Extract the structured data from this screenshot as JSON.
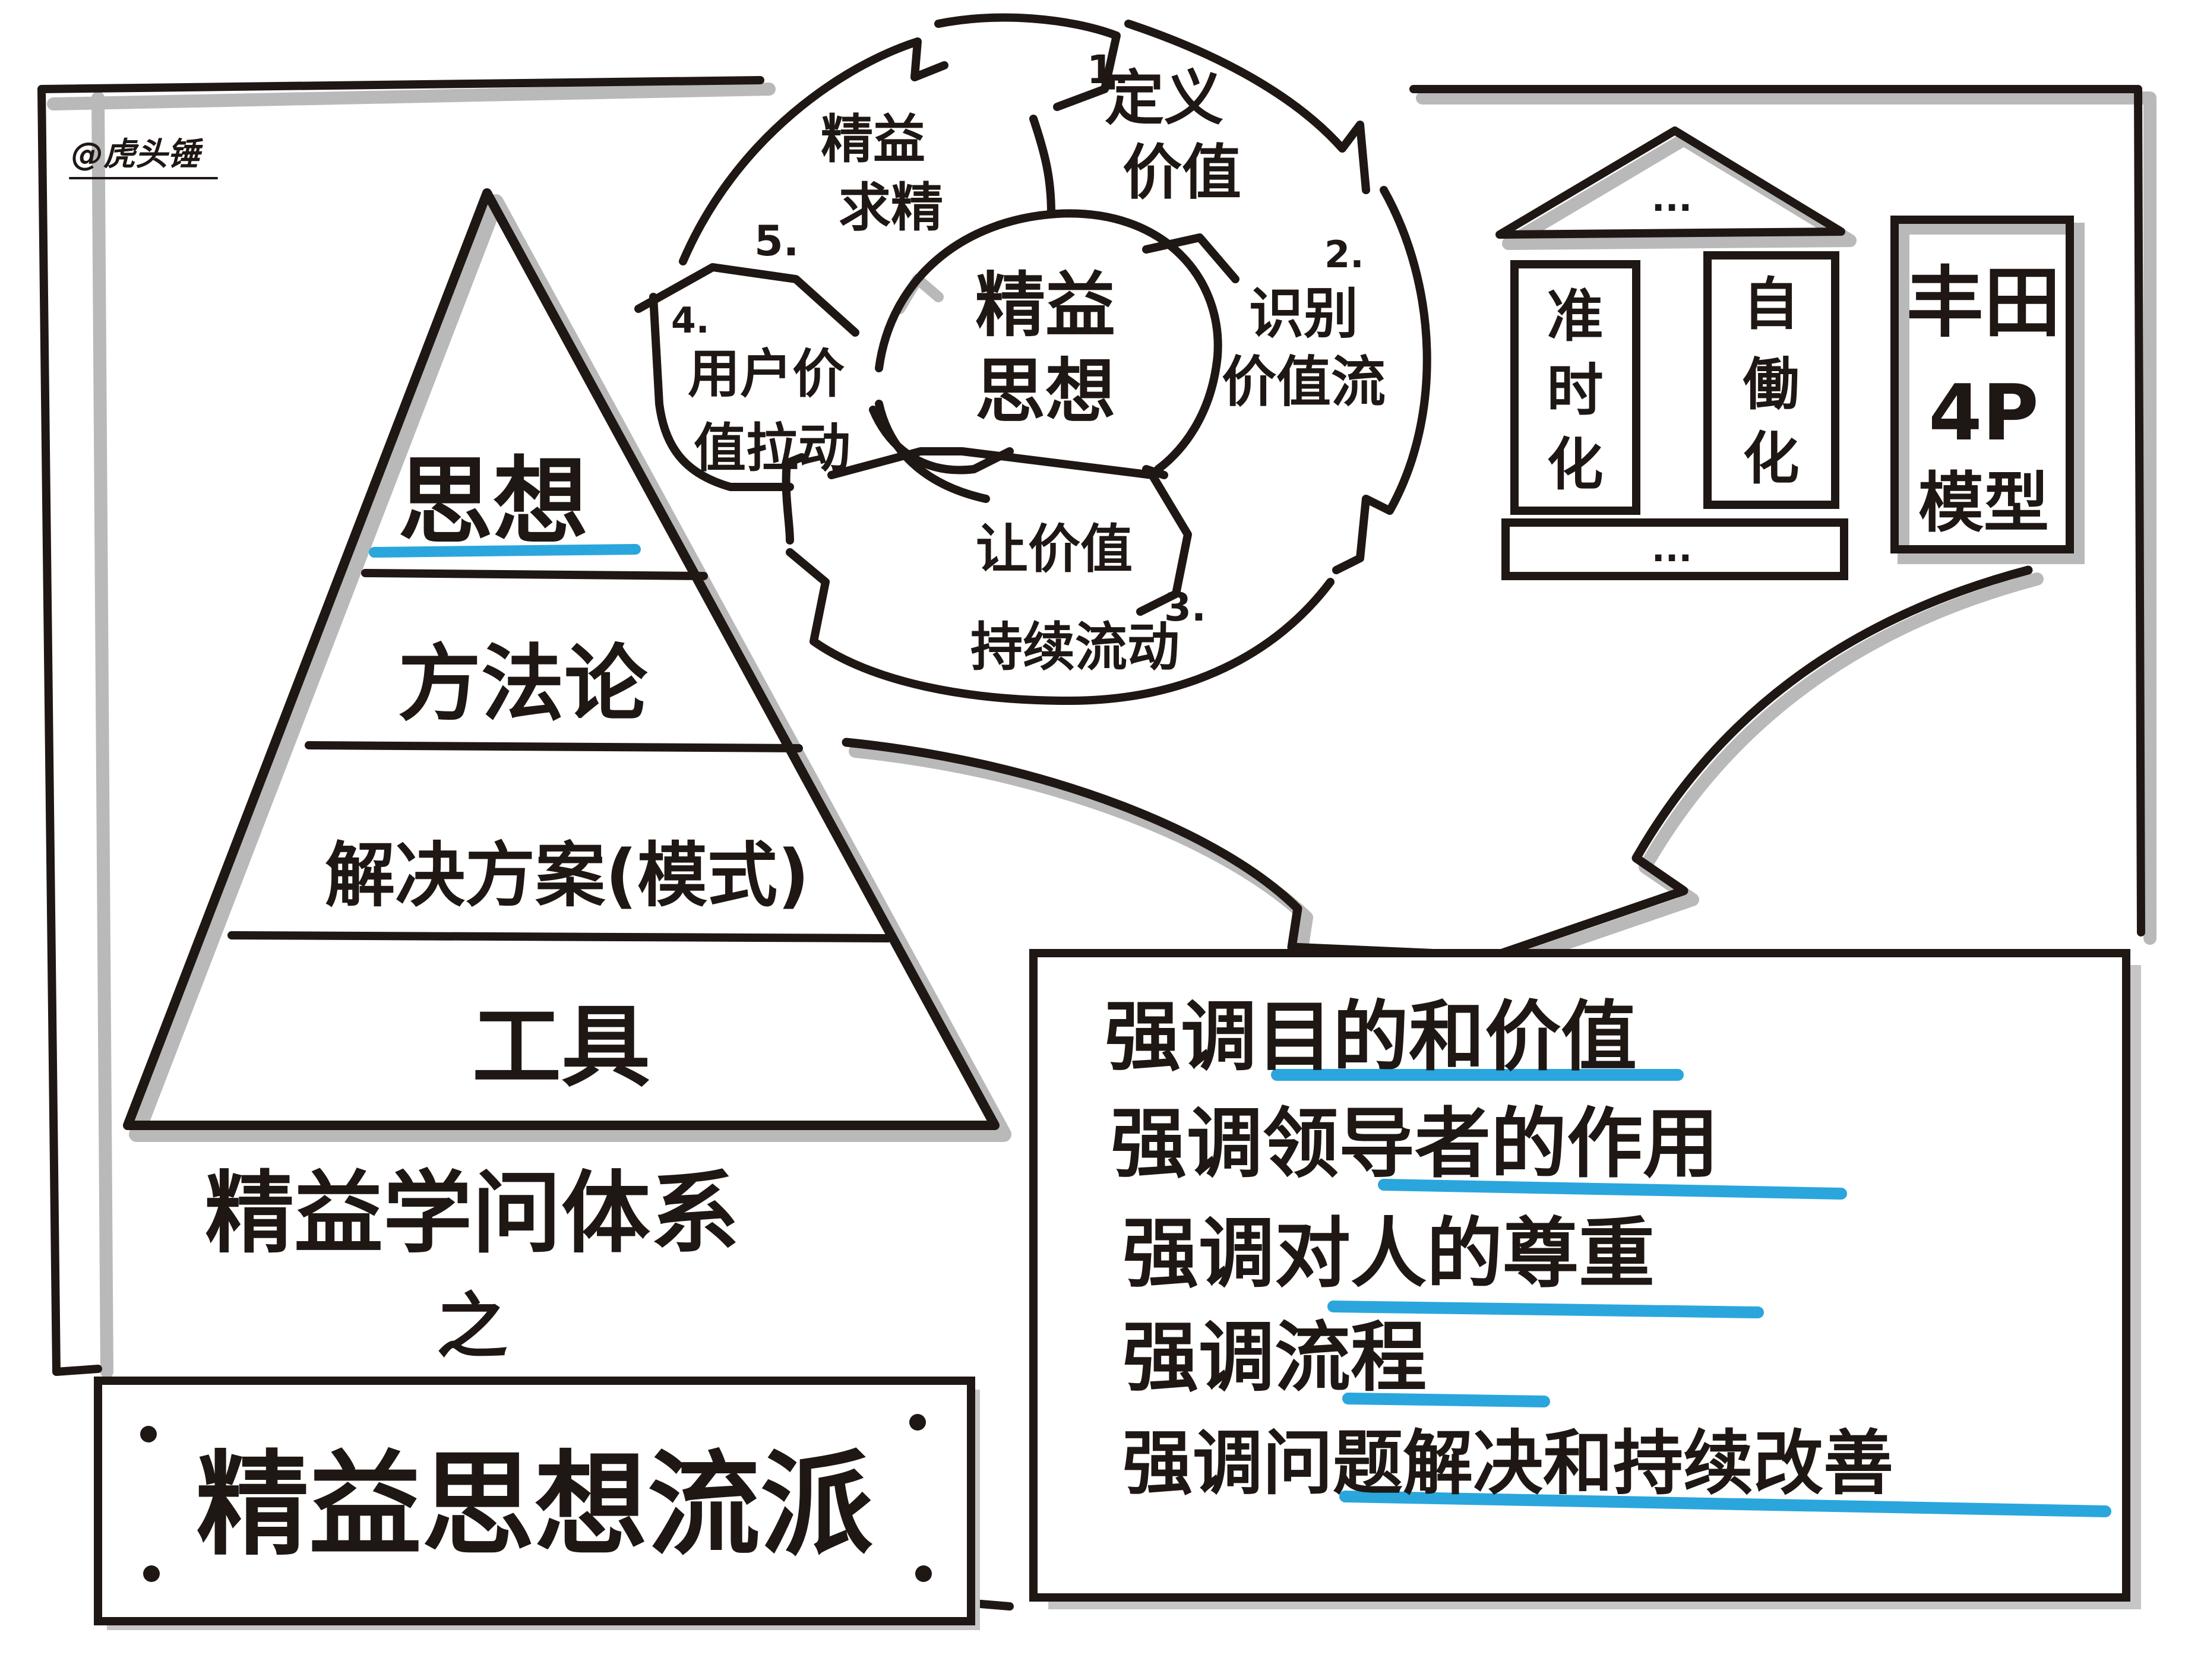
{
  "watermark": "@虎头锤",
  "pyramid": {
    "levels": [
      "思想",
      "方法论",
      "解决方案(模式)",
      "工具"
    ]
  },
  "caption": {
    "line1": "精益学问体系",
    "line2": "之",
    "school": "精益思想流派"
  },
  "cycle": {
    "center_line1": "精益",
    "center_line2": "思想",
    "steps": [
      {
        "number": "1.",
        "line1": "定义",
        "line2": "价值"
      },
      {
        "number": "2.",
        "line1": "识别",
        "line2": "价值流"
      },
      {
        "number": "3.",
        "line1": "让价值",
        "line2": "持续流动"
      },
      {
        "number": "4.",
        "line1": "用户价",
        "line2": "值拉动"
      },
      {
        "number": "5.",
        "line1": "精益",
        "line2": "求精"
      }
    ]
  },
  "house": {
    "roof": "...",
    "pillar_left": [
      "准",
      "时",
      "化"
    ],
    "pillar_right": [
      "自",
      "働",
      "化"
    ],
    "base": "..."
  },
  "model_box": {
    "line1": "丰田",
    "line2": "4P",
    "line3": "模型"
  },
  "principles": [
    "强调目的和价值",
    "强调领导者的作用",
    "强调对人的尊重",
    "强调流程",
    "强调问题解决和持续改善"
  ],
  "colors": {
    "ink": "#1e1714",
    "highlight": "#2aa6dd",
    "shadow": "#b9b9b9",
    "paper": "#ffffff"
  }
}
